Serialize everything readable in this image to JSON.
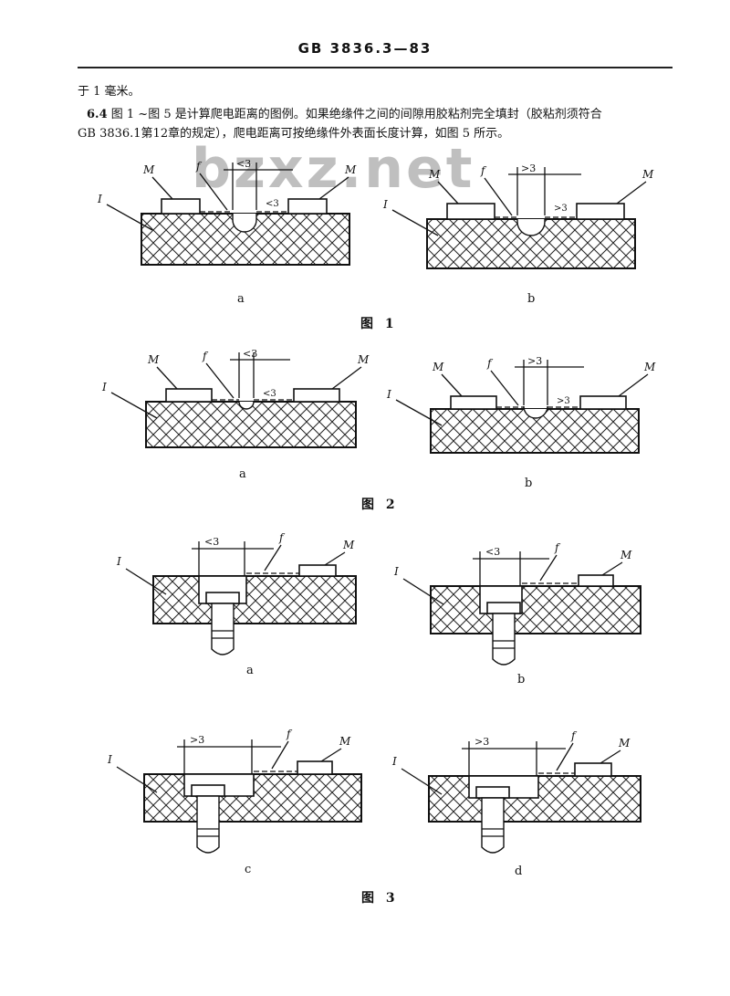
{
  "header": {
    "standard_id": "GB 3836.3—83"
  },
  "body": {
    "line1": "于 1 毫米。",
    "section_number": "6.4",
    "line2": "图 1 ~图 5 是计算爬电距离的图例。如果绝缘件之间的间隙用胶粘剂完全填封（胶粘剂须符合",
    "line3": "GB 3836.1第12章的规定），爬电距离可按绝缘件外表面长度计算，如图 5 所示。"
  },
  "watermark": "bzxz.net",
  "labels": {
    "metal": "M",
    "insulator": "I",
    "creepage": "f",
    "lt3": "<3",
    "gt3": ">3"
  },
  "figures": [
    {
      "caption": "图 1",
      "subs": [
        "a",
        "b"
      ]
    },
    {
      "caption": "图 2",
      "subs": [
        "a",
        "b"
      ]
    },
    {
      "caption": "图 3",
      "subs": [
        "a",
        "b",
        "c",
        "d"
      ]
    }
  ]
}
